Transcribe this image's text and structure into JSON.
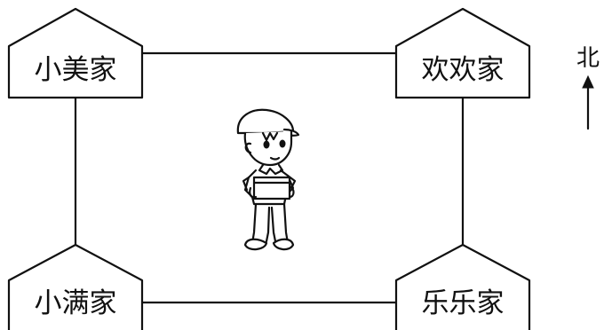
{
  "houses": {
    "top_left": {
      "label": "小美家"
    },
    "top_right": {
      "label": "欢欢家"
    },
    "bottom_left": {
      "label": "小满家"
    },
    "bottom_right": {
      "label": "乐乐家"
    }
  },
  "compass": {
    "label": "北",
    "icon": "north-arrow-icon"
  },
  "figure": {
    "icon": "delivery-boy-icon"
  },
  "colors": {
    "ink": "#111111",
    "background": "#ffffff"
  }
}
